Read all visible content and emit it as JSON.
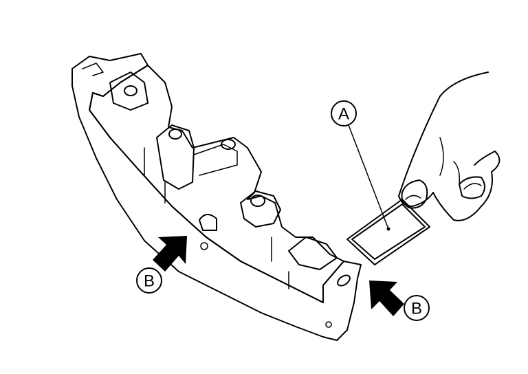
{
  "callouts": {
    "a": "A",
    "b_left": "B",
    "b_right": "B"
  },
  "colors": {
    "ink": "#000000",
    "background": "#ffffff"
  }
}
